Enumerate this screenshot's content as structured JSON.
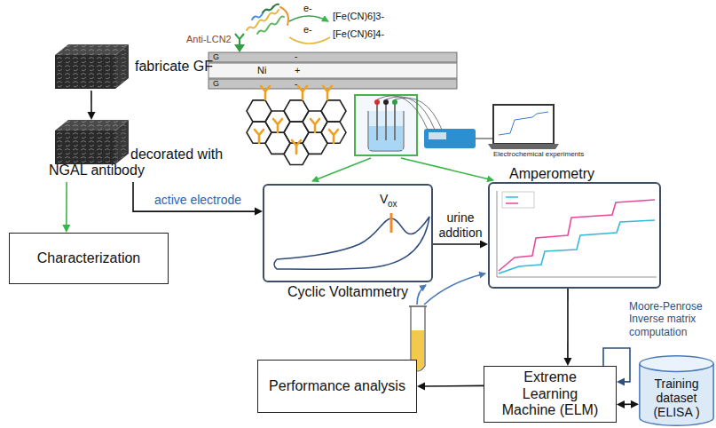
{
  "diagram": {
    "nodes": [
      {
        "text": [
          "fabricate GF"
        ]
      },
      {
        "text": [
          "decorated with NGAL antibody"
        ]
      },
      {
        "text": [
          "Characterization"
        ]
      },
      {
        "text": [
          "Cyclic Voltammetry"
        ]
      },
      {
        "text": [
          "Amperometry"
        ]
      },
      {
        "text": [
          "Extreme Learning Machine (ELM)"
        ]
      },
      {
        "text": [
          "Training dataset (ELISA )"
        ]
      },
      {
        "text": [
          "Performance analysis"
        ]
      }
    ],
    "edges": [
      {
        "from": 0,
        "to": 1,
        "arrow": "to"
      },
      {
        "from": 1,
        "to": 3,
        "label": "active electrode",
        "arrow": "to"
      },
      {
        "from": 1,
        "to": 2,
        "arrow": "to"
      },
      {
        "from": 3,
        "to": 4,
        "label": "urine addition",
        "arrow": "to"
      },
      {
        "from": 4,
        "to": 5,
        "arrow": "to"
      },
      {
        "from": 5,
        "to": 5,
        "label": "Moore-Penrose Inverse matrix computation",
        "arrow": "to"
      },
      {
        "from": 5,
        "to": 6,
        "arrow": "both"
      },
      {
        "from": 5,
        "to": 7,
        "arrow": "to"
      }
    ],
    "labels": [
      "e-",
      "[Fe(CN)6]3-",
      "[Fe(CN)6]4-",
      "e-",
      "Anti-LCN2",
      "G",
      "Ni",
      "G",
      "-",
      "+",
      "-",
      "Electrochemical experiments",
      "V",
      "ox"
    ]
  }
}
